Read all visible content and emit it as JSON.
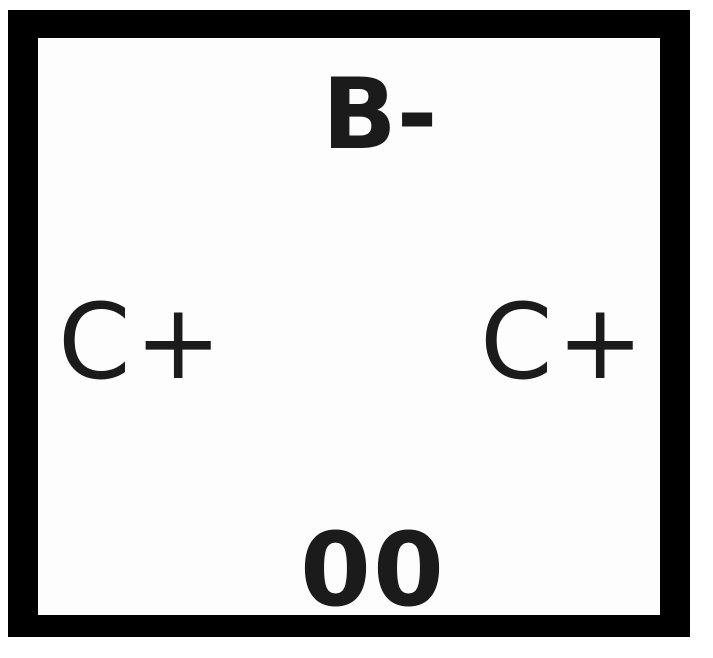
{
  "box": {
    "top_label": "B-",
    "left_label": "C+",
    "right_label": "C+",
    "bottom_label": "00"
  },
  "colors": {
    "border": "#000000",
    "text": "#1b1b1b",
    "fill": "#fdfdfd"
  }
}
